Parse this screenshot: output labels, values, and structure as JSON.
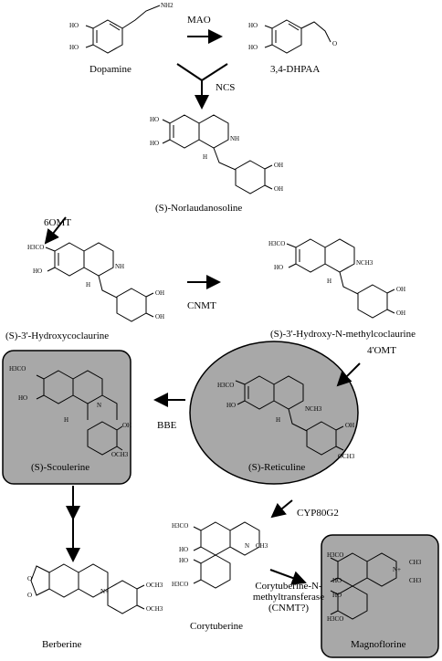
{
  "compounds": {
    "dopamine": "Dopamine",
    "dhpaa": "3,4-DHPAA",
    "norlaudanosoline": "(S)-Norlaudanosoline",
    "hydroxycoclaurine": "(S)-3'-Hydroxycoclaurine",
    "hydroxy_methylcoclaurine": "(S)-3'-Hydroxy-N-methylcoclaurine",
    "reticuline": "(S)-Reticuline",
    "scoulerine": "(S)-Scoulerine",
    "berberine": "Berberine",
    "corytuberine": "Corytuberine",
    "magnoflorine": "Magnoflorine"
  },
  "enzymes": {
    "mao": "MAO",
    "ncs": "NCS",
    "six_omt": "6OMT",
    "cnmt": "CNMT",
    "four_omt": "4'OMT",
    "bbe": "BBE",
    "cyp": "CYP80G2",
    "corytuberine_nmt_line1": "Corytuberine-N-",
    "corytuberine_nmt_line2": "methyltransferase",
    "corytuberine_nmt_line3": "(CNMT?)"
  },
  "atoms": {
    "ho": "HO",
    "oh": "OH",
    "nh2": "NH2",
    "nh": "NH",
    "h": "H",
    "h3co": "H3CO",
    "och3": "OCH3",
    "nch3": "NCH3",
    "n": "N",
    "ch3": "CH3",
    "o": "O",
    "nplus": "N+"
  },
  "colors": {
    "highlight_fill": "#a8a8a8",
    "line": "#000000"
  }
}
